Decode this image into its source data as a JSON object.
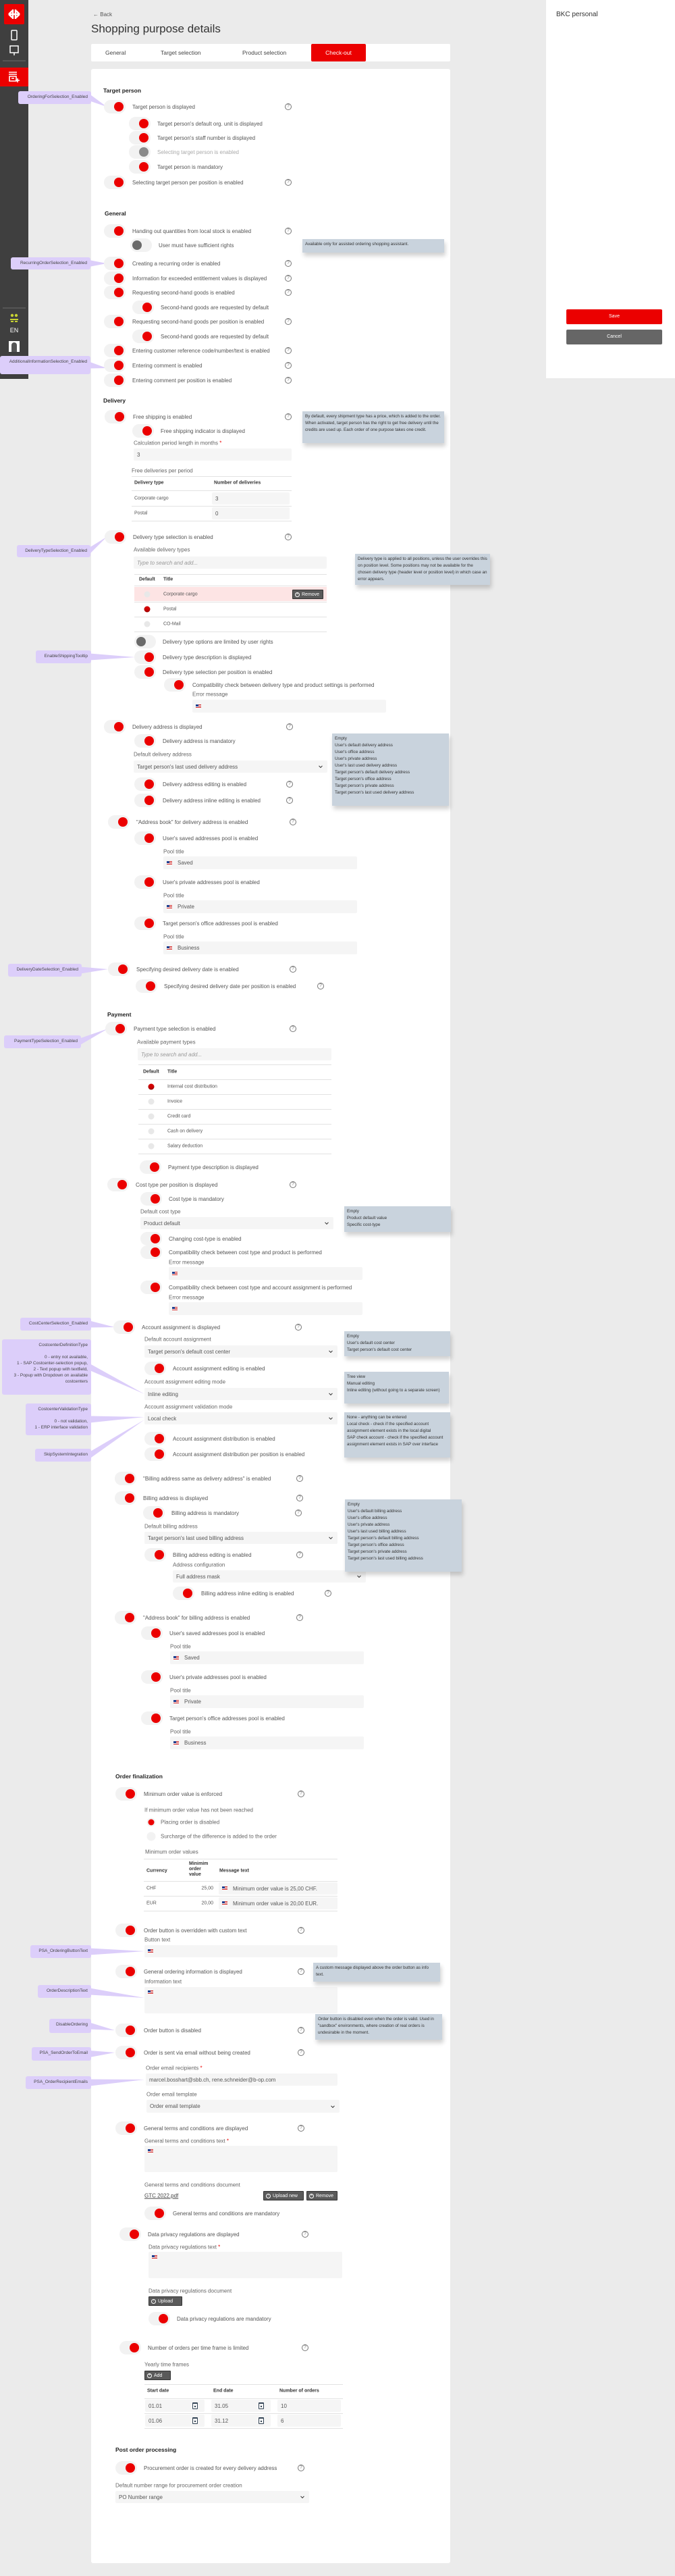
{
  "sidebar": {
    "language": "EN"
  },
  "header": {
    "back": "Back",
    "title": "Shopping purpose details"
  },
  "tabs": [
    {
      "label": "General"
    },
    {
      "label": "Target selection"
    },
    {
      "label": "Product selection"
    },
    {
      "label": "Check-out",
      "active": true
    }
  ],
  "panel": {
    "title": "BKC personal",
    "save": "Save",
    "cancel": "Cancel"
  },
  "colors": {
    "accent": "#eb0000",
    "annotation": "#dccefa",
    "tooltip": "#c9d3dd"
  },
  "tp": {
    "heading": "Target person",
    "t": [
      "Target person is displayed",
      "Target person's default org. unit is displayed",
      "Target person's staff number is displayed",
      "Selecting target person is enabled",
      "Target person is mandatory",
      "Selecting target person per position is enabled"
    ]
  },
  "gen": {
    "heading": "General",
    "t": [
      "Handing out quantities from local stock is enabled",
      "User must have sufficient rights",
      "Creating a recurring order is enabled",
      "Information for exceeded entitlement values is displayed",
      "Requesting second-hand goods is enabled",
      "Second-hand goods are requested by default",
      "Requesting second-hand goods per position is enabled",
      "Second-hand goods are requested by default",
      "Entering customer reference code/number/text is enabled",
      "Entering comment is enabled",
      "Entering comment per position is enabled"
    ]
  },
  "del": {
    "heading": "Delivery",
    "t": [
      "Free shipping is enabled",
      "Free shipping indicator is displayed",
      "Delivery type selection is enabled",
      "Delivery type options are limited by user rights",
      "Delivery type description is displayed",
      "Delivery type selection per position is enabled",
      "Compatibility check between delivery type and product settings is performed",
      "Delivery address is displayed",
      "Delivery address is mandatory",
      "Delivery address editing is enabled",
      "Delivery address inline editing is enabled",
      "\"Address book\" for delivery address is enabled",
      "User's saved addresses pool is enabled",
      "User's private addresses pool is enabled",
      "Target person's office addresses pool is enabled",
      "Specifying desired delivery date is enabled",
      "Specifying desired delivery date per position is enabled"
    ],
    "calc_label": "Calculation period length in months",
    "calc_value": "3",
    "free_label": "Free deliveries per period",
    "free_cols": [
      "Delivery type",
      "Number of deliveries"
    ],
    "free_rows": [
      {
        "type": "Corporate cargo",
        "n": "3"
      },
      {
        "type": "Postal",
        "n": "0"
      }
    ],
    "avail_label": "Available delivery types",
    "search_ph": "Type to search and add...",
    "type_cols": [
      "Default",
      "Title"
    ],
    "types": [
      {
        "title": "Corporate cargo",
        "default": false
      },
      {
        "title": "Postal",
        "default": true
      },
      {
        "title": "CO-Mail",
        "default": false
      }
    ],
    "remove": "Remove",
    "error_label": "Error message",
    "addr_label": "Default delivery address",
    "addr_value": "Target person's last used delivery address",
    "pool_label": "Pool title",
    "pools": [
      "Saved",
      "Private",
      "Business"
    ]
  },
  "pay": {
    "heading": "Payment",
    "t": [
      "Payment type selection is enabled",
      "Payment type description is displayed",
      "Cost type per position is displayed",
      "Cost type is mandatory",
      "Changing cost-type is enabled",
      "Compatibility check between cost type and product is performed",
      "Compatibility check between cost type and account assignment is performed",
      "Account assignment is displayed",
      "Account assignment editing is enabled",
      "Account assignment distribution is enabled",
      "Account assignment distribution per position is enabled",
      "\"Billing address same as delivery address\" is enabled",
      "Billing address is displayed",
      "Billing address is mandatory",
      "Billing address editing is enabled",
      "Billing address inline editing is enabled",
      "\"Address book\" for billing address is enabled",
      "User's saved addresses pool is enabled",
      "User's private addresses pool is enabled",
      "Target person's office addresses pool is enabled"
    ],
    "avail_label": "Available payment types",
    "search_ph": "Type to search and add...",
    "type_cols": [
      "Default",
      "Title"
    ],
    "types": [
      {
        "title": "Internal cost distribution",
        "default": true
      },
      {
        "title": "Invoice",
        "default": false
      },
      {
        "title": "Credit card",
        "default": false
      },
      {
        "title": "Cash on delivery",
        "default": false
      },
      {
        "title": "Salary deduction",
        "default": false
      }
    ],
    "cost_label": "Default cost type",
    "cost_value": "Product default",
    "error_label": "Error message",
    "acc_label": "Default account assignment",
    "acc_value": "Target person's default cost center",
    "mode_label": "Account assignment editing mode",
    "mode_value": "Inline editing",
    "val_label": "Account assignment validation mode",
    "val_value": "Local check",
    "bill_label": "Default billing address",
    "bill_value": "Target person's last used billing address",
    "config_label": "Address configuration",
    "config_value": "Full address mask",
    "pool_label": "Pool title",
    "pools": [
      "Saved",
      "Private",
      "Business"
    ]
  },
  "fin": {
    "heading": "Order finalization",
    "t": [
      "Minimum order value is enforced",
      "Order button is overridden with custom text",
      "General ordering information is displayed",
      "Order button is disabled",
      "Order is sent via email without being created",
      "General terms and conditions are displayed",
      "General terms and conditions are mandatory",
      "Data privacy regulations are displayed",
      "Data privacy regulations are mandatory",
      "Number of orders per time frame is limited"
    ],
    "min_label": "If minimum order value has not been reached",
    "radios": [
      {
        "label": "Placing order is disabled",
        "selected": true
      },
      {
        "label": "Surcharge of the difference is added to the order",
        "selected": false
      }
    ],
    "minvals_label": "Minimum order values",
    "minvals_cols": [
      "Currency",
      "Minimim order value",
      "Message text"
    ],
    "minvals": [
      {
        "cur": "CHF",
        "val": "25,00",
        "msg": "Minimum order value is 25,00 CHF."
      },
      {
        "cur": "EUR",
        "val": "20,00",
        "msg": "Minimum order value is 20,00 EUR."
      }
    ],
    "button_text_label": "Button text",
    "info_label": "Information text",
    "recipients_label": "Order email recipients",
    "recipients": "marcel.bosshart@sbb.ch, rene.schneider@b-op.com",
    "template_label": "Order email template",
    "template": "Order email template",
    "gtc_text_label": "General terms and conditions text",
    "gtc_doc_label": "General terms and conditions document",
    "gtc_file": "GTC 2022.pdf",
    "upload_new": "Upload new",
    "remove": "Remove",
    "privacy_text_label": "Data privacy regulations text",
    "privacy_doc_label": "Data privacy regulations document",
    "upload": "Upload",
    "yearly_label": "Yearly time frames",
    "add": "Add",
    "tf_cols": [
      "Start date",
      "End date",
      "Number of orders"
    ],
    "tf": [
      {
        "start": "01.01",
        "end": "31.05",
        "n": "10"
      },
      {
        "start": "01.06",
        "end": "31.12",
        "n": "6"
      }
    ]
  },
  "post": {
    "heading": "Post order processing",
    "t": [
      "Procurement order is created for every delivery address"
    ],
    "range_label": "Default number range for procurement order creation",
    "range_value": "PO Number range"
  },
  "annotations": [
    "OrderingForSelection_Enabled",
    "RecurringOrderSelection_Enabled",
    "AdditionalInformationSelection_Enabled",
    "DeliveryTypeSelection_Enabled",
    "EnableShippingTooltip",
    "DeliveryDateSelection_Enabled",
    "PaymentTypeSelection_Enabled",
    "CostCenterSelection_Enabled",
    "CostcenterDefinitionType\n\n0 - entry not available,\n1 - SAP Costcenter-selection popup,\n2 - Text popup with textfield,\n3 - Popup with Dropdown on available costcenters",
    "CostcenterValidationType\n\n0 - not validation,\n1 - ERP interface validation",
    "SkipSystemIntegration",
    "PSA_OrderingButtonText",
    "OrderDescriptionText",
    "DisableOrdering",
    "PSA_SendOrderToEmail",
    "PSA_OrderRecipientEmails"
  ],
  "tooltips": [
    "Available only for assisted ordering shopping assistant.",
    "By default, every shipment type has a price, which is added to the order. When activated, target person has the right to get free delivery until the credits are used up. Each order of one purpose takes one credit.",
    "Delivery type is applied to all positions, unless the user overrides this on position level. Some positions may not be available for the chosen delivery type (header level or position level) in which case an error appears.",
    "Empty\nUser's default delivery address\nUser's office address\nUser's private address\nUser's last used delivery address\nTarget person's default delivery address\nTarget person's office address\nTarget person's private address\nTarget person's last used delivery address",
    "Empty\nProduct default value\nSpecific cost-type",
    "Empty\nUser's default cost center\nTarget person's default cost center",
    "Tree view\nManual editing\nInline editing (without going to a separate screen)",
    "None - anything can be entered\nLocal check - check if the specified account assignment element exists in the local digital\nSAP check account - check if the specified account assignment element exists in SAP over interface",
    "Empty\nUser's default billing address\nUser's office address\nUser's private address\nUser's last used billing address\nTarget person's default billing address\nTarget person's office address\nTarget person's private address\nTarget person's last used billing address",
    "A custom message displayed above the order button as info text.",
    "Order button is disabled even when the order is valid. Used in \"sandbox\" environments, where creation of real orders is undesirable in the moment."
  ]
}
